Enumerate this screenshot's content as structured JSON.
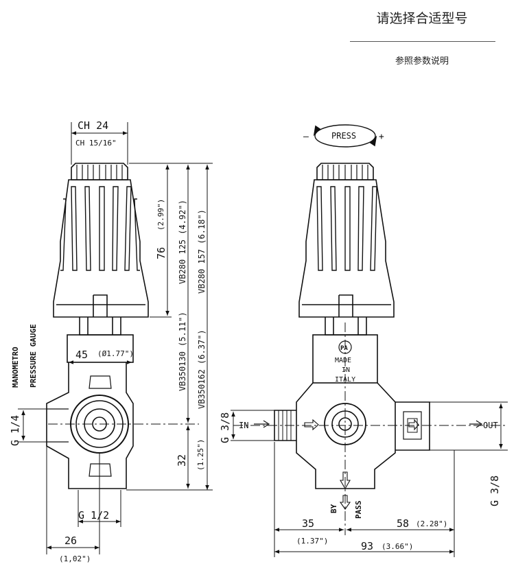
{
  "header": {
    "title": "请选择合适型号",
    "subtitle": "参照参数说明"
  },
  "left_view": {
    "ch_mm": "CH 24",
    "ch_in": "CH 15/16\"",
    "manometro": "MANOMETRO",
    "pressure_gauge": "PRESSURE GAUGE",
    "dim_76": "76",
    "dim_76_in": "(2.99\")",
    "vb280_125": "VB280  125 (4.92\")",
    "vb280_157": "VB280 157  (6.18\")",
    "vb350_130": "VB350130 (5.11\")",
    "vb350_162": "VB350162 (6.37\")",
    "dim_45": "45",
    "dim_45_in": "(Ø1.77\")",
    "g14": "G 1/4",
    "dim_32": "32",
    "dim_32_in": "(1.25\")",
    "g12": "G 1/2",
    "dim_26": "26",
    "dim_26_in": "(1,02\")"
  },
  "right_view": {
    "minus": "–",
    "press": "PRESS",
    "plus": "+",
    "logo": "PA",
    "made": "MADE",
    "in_word": "IN",
    "italy": "ITALY",
    "g38_left": "G 3/8",
    "in_label": "IN",
    "out_label": "OUT",
    "g38_right": "G 3/8",
    "by": "BY",
    "pass": "PASS",
    "dim_35": "35",
    "dim_35_in": "(1.37\")",
    "dim_58": "58",
    "dim_58_in": "(2.28\")",
    "dim_93": "93",
    "dim_93_in": "(3.66\")"
  }
}
